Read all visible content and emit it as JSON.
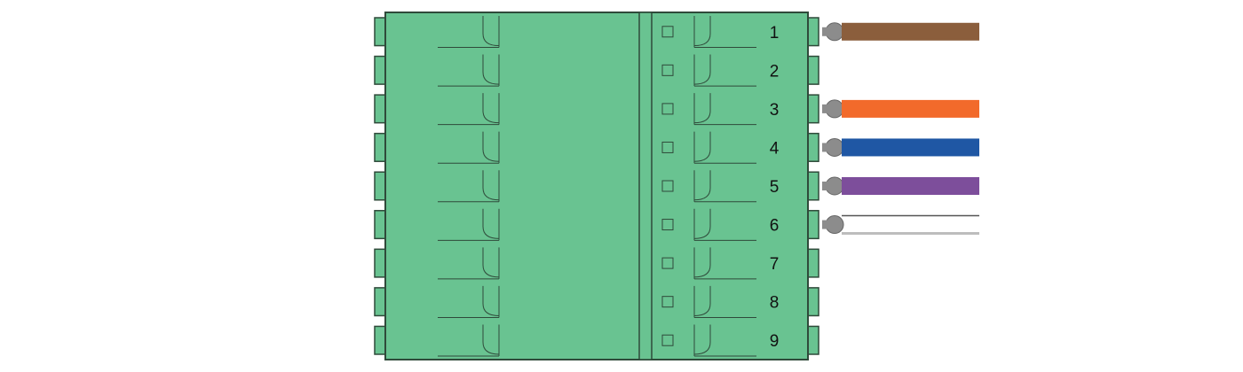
{
  "terminal_block": {
    "pins": [
      {
        "label": "1",
        "wire": "brown"
      },
      {
        "label": "2",
        "wire": null
      },
      {
        "label": "3",
        "wire": "orange"
      },
      {
        "label": "4",
        "wire": "blue"
      },
      {
        "label": "5",
        "wire": "purple"
      },
      {
        "label": "6",
        "wire": "white-shielded"
      },
      {
        "label": "7",
        "wire": null
      },
      {
        "label": "8",
        "wire": null
      },
      {
        "label": "9",
        "wire": null
      }
    ]
  },
  "colors": {
    "body": "#69c391",
    "outline": "#2f4a3a",
    "brown": "#8b5e3c",
    "orange": "#f26a2b",
    "blue": "#1f57a4",
    "purple": "#7d4e9b",
    "ferrule": "#8c8c8c",
    "white_wire_outline": "#555555",
    "grey_wire": "#bdbdbd"
  }
}
